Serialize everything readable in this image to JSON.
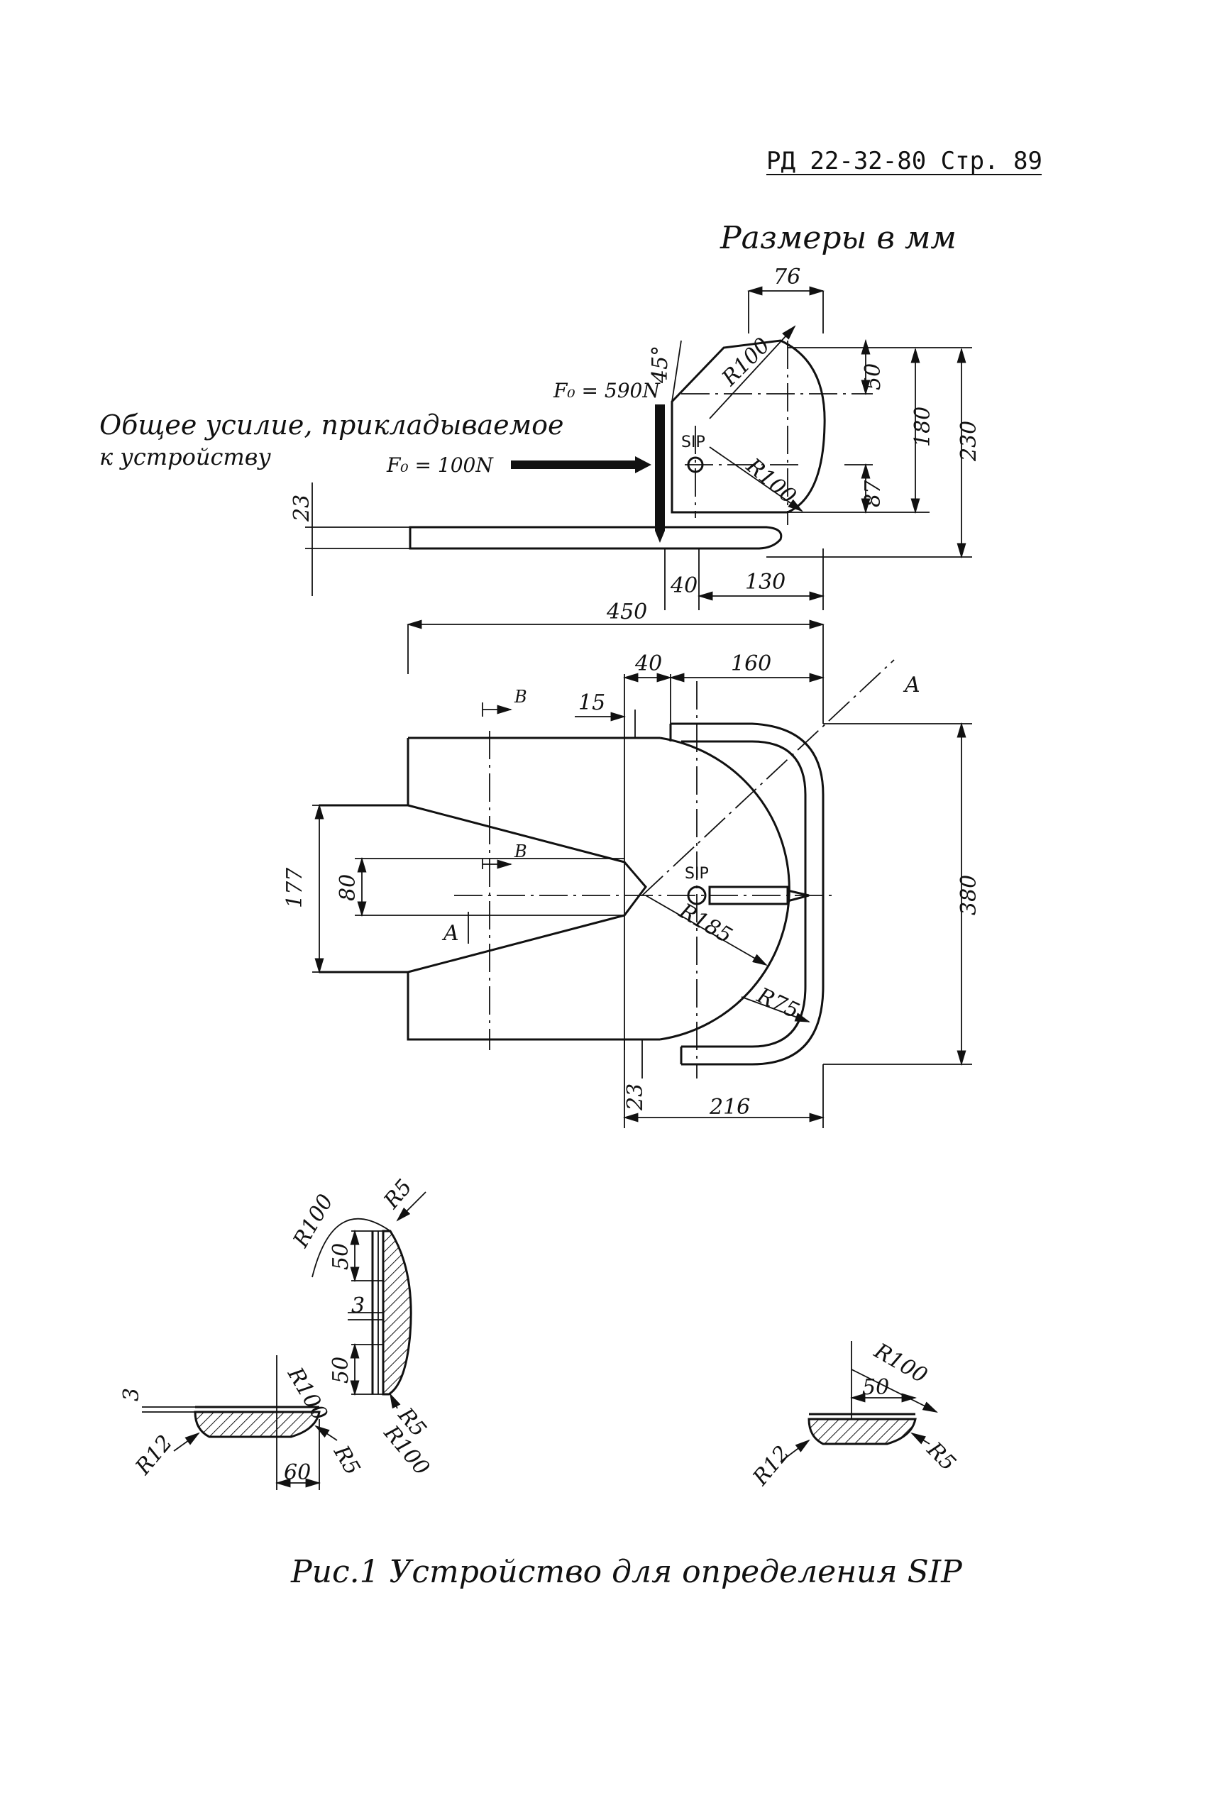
{
  "header": {
    "doc_ref": "РД 22-32-80 Стр. 89"
  },
  "units_note": "Размеры в мм",
  "force_labels": {
    "applied_force": "F₀ = 590N",
    "total_force_line1": "Общее усилие, прикладываемое",
    "total_force_line2": "к устройству",
    "total_force_value": "F₀ = 100N"
  },
  "point_label": "SIP",
  "side_view": {
    "dims": {
      "top_width": "76",
      "chamfer_angle": "45°",
      "radius_upper": "R100",
      "radius_lower": "R100",
      "h_50": "50",
      "h_180": "180",
      "h_230": "230",
      "h_87": "87",
      "h_23": "23",
      "w_40": "40",
      "w_130": "130"
    }
  },
  "plan_view": {
    "dims": {
      "overall_width": "450",
      "w_40": "40",
      "w_160": "160",
      "w_15": "15",
      "h_177": "177",
      "h_80": "80",
      "h_380": "380",
      "radius_185": "R185",
      "radius_75": "R75",
      "h_23": "23",
      "w_216": "216"
    },
    "section_marks": {
      "a": "A",
      "b": "B"
    }
  },
  "details": {
    "left": {
      "r100_top": "R100",
      "r5_top": "R5",
      "d50_top": "50",
      "d3_mid": "3",
      "d50_bot": "50",
      "r100_mid": "R100",
      "r5_bot": "R5",
      "r100_bot": "R100",
      "d3_left": "3",
      "r12": "R12",
      "r5_side": "R5",
      "d60": "60"
    },
    "right": {
      "r100": "R100",
      "d50": "50",
      "r12": "R12",
      "r5": "R5"
    }
  },
  "caption": "Рис.1 Устройство для определения SIP"
}
